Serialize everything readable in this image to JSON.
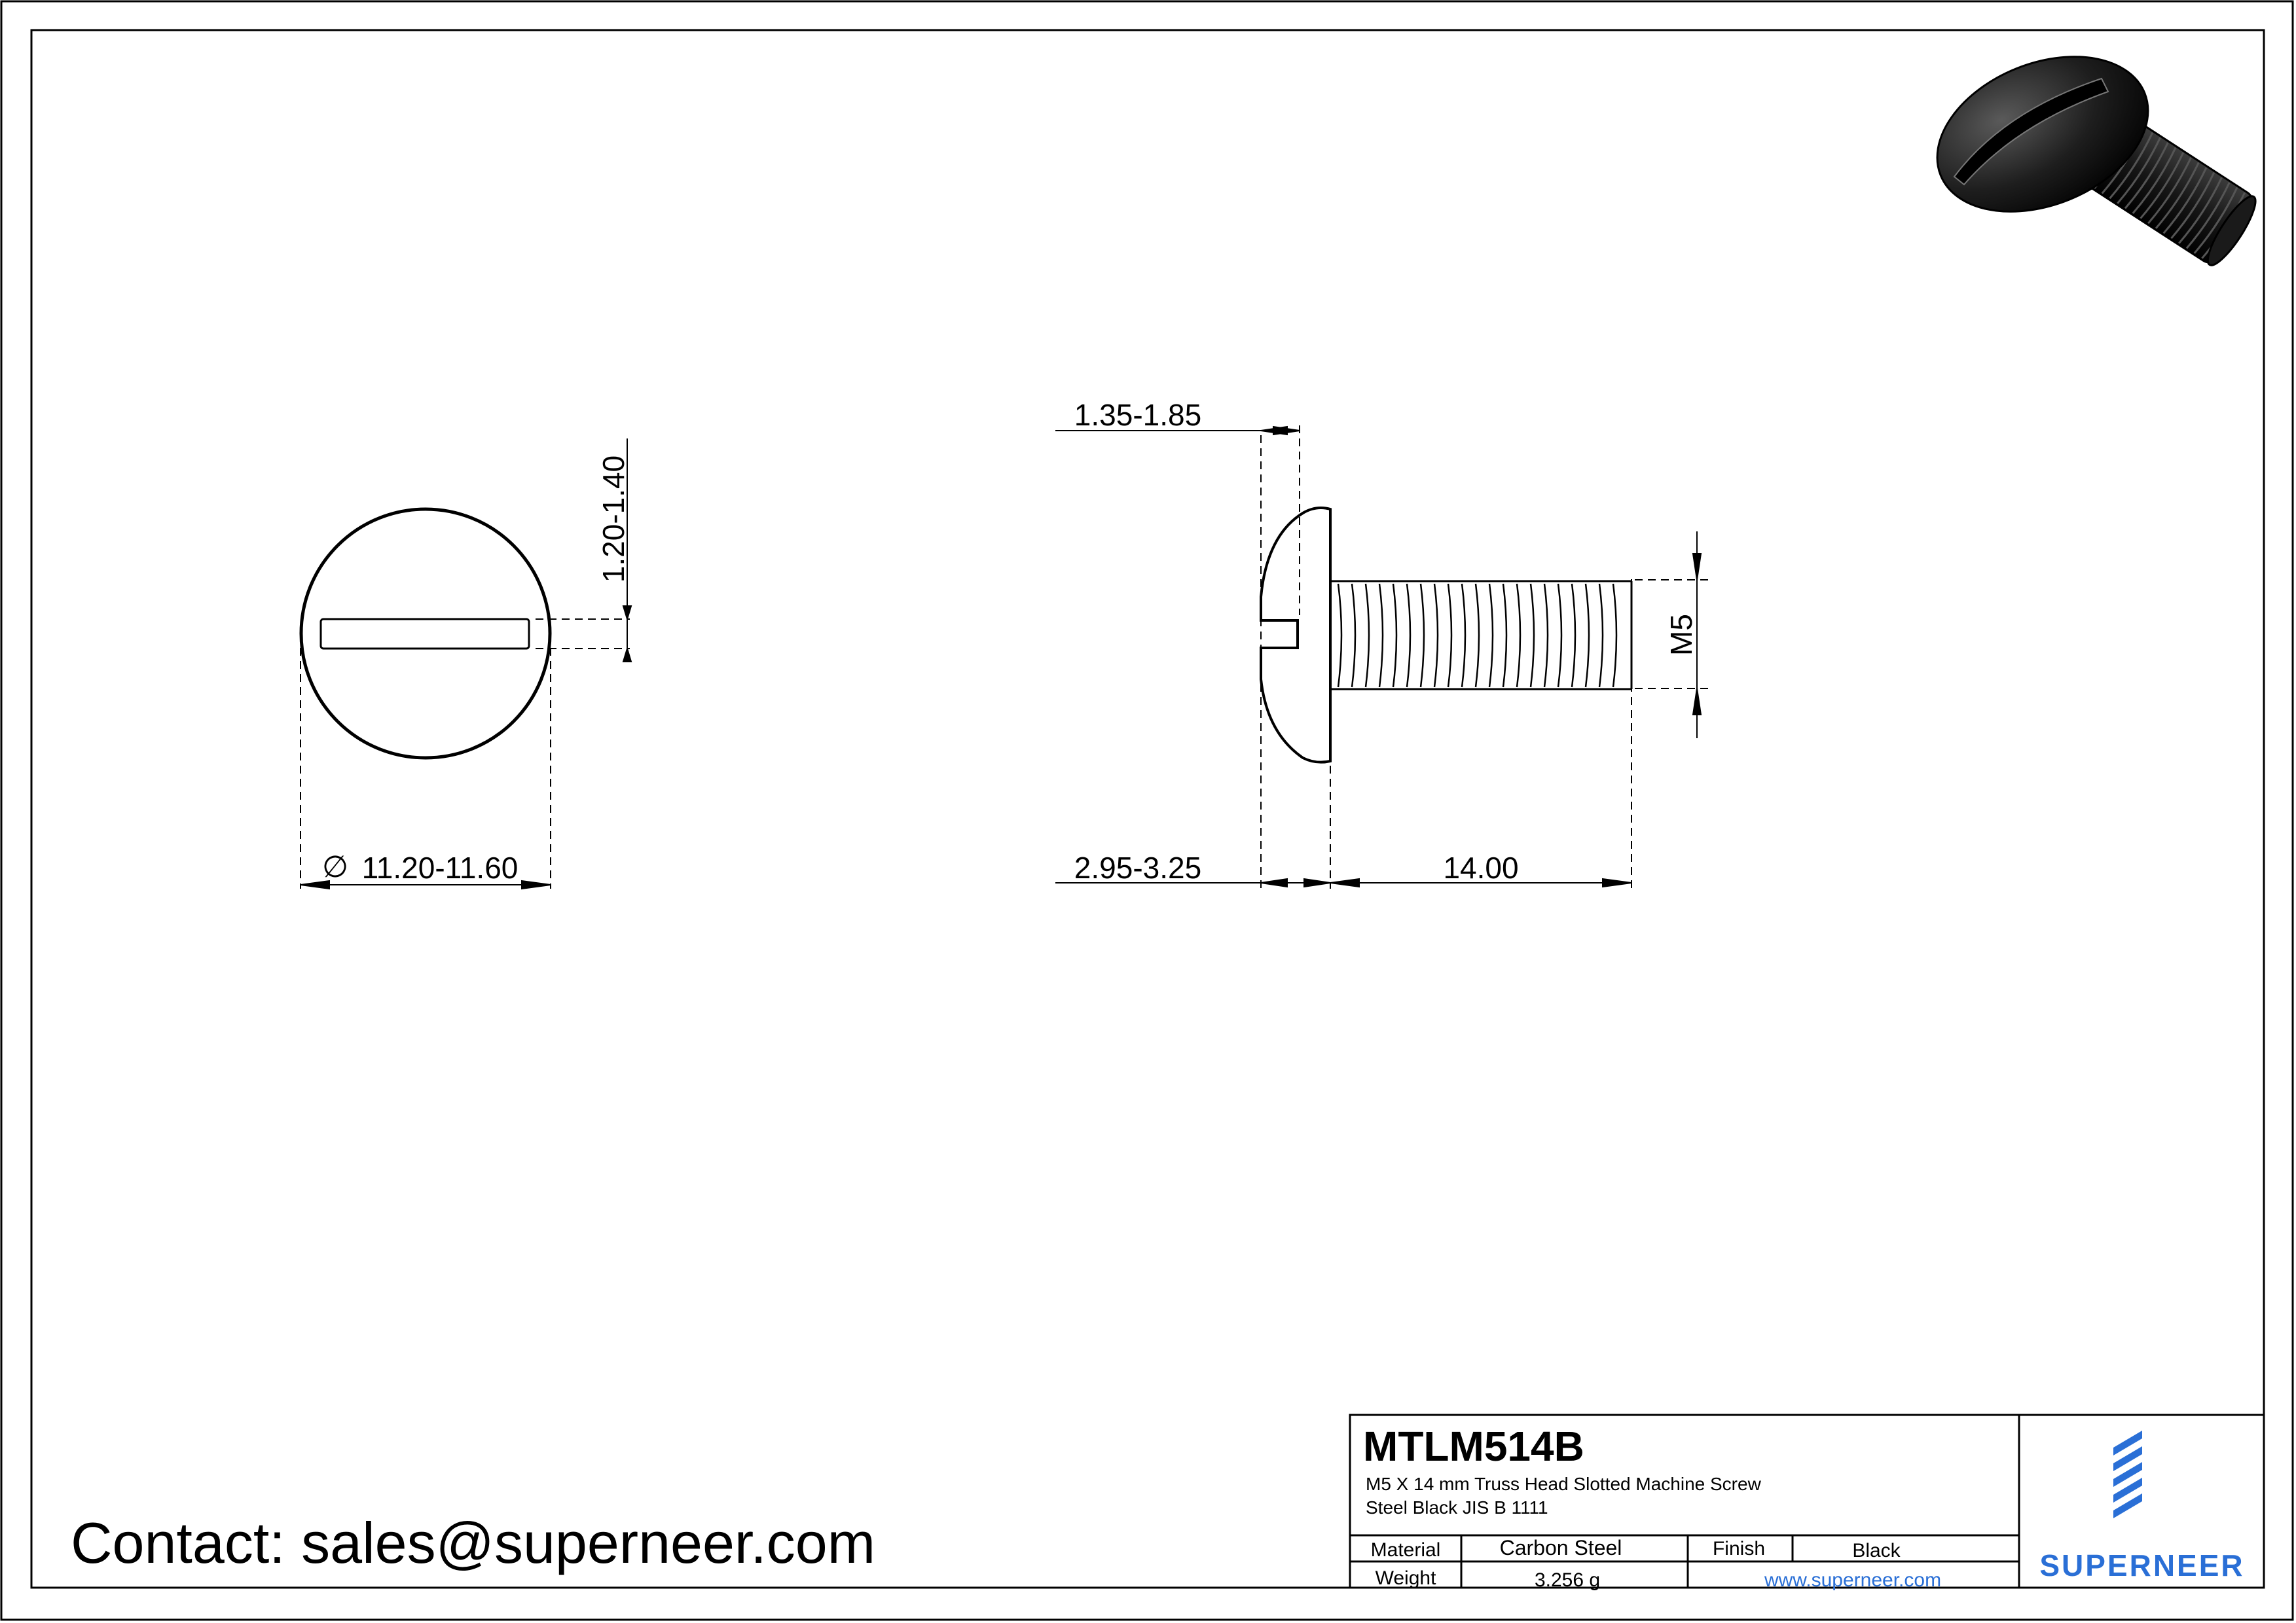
{
  "drawing": {
    "dims": {
      "slot_width": "1.20-1.40",
      "head_diameter": "11.20-11.60",
      "diameter_symbol": "∅",
      "slot_depth": "1.35-1.85",
      "head_height": "2.95-3.25",
      "length": "14.00",
      "thread": "M5"
    }
  },
  "title_block": {
    "part_number": "MTLM514B",
    "description_line1": "M5 X 14 mm  Truss Head Slotted Machine Screw",
    "description_line2": "Steel Black JIS B 1111",
    "material_label": "Material",
    "material_value": "Carbon Steel",
    "finish_label": "Finish",
    "finish_value": "Black",
    "weight_label": "Weight",
    "weight_value": "3.256 g",
    "website": "www.superneer.com",
    "brand": "SUPERNEER",
    "brand_color": "#2a6fd6"
  },
  "contact": "Contact: sales@superneer.com"
}
